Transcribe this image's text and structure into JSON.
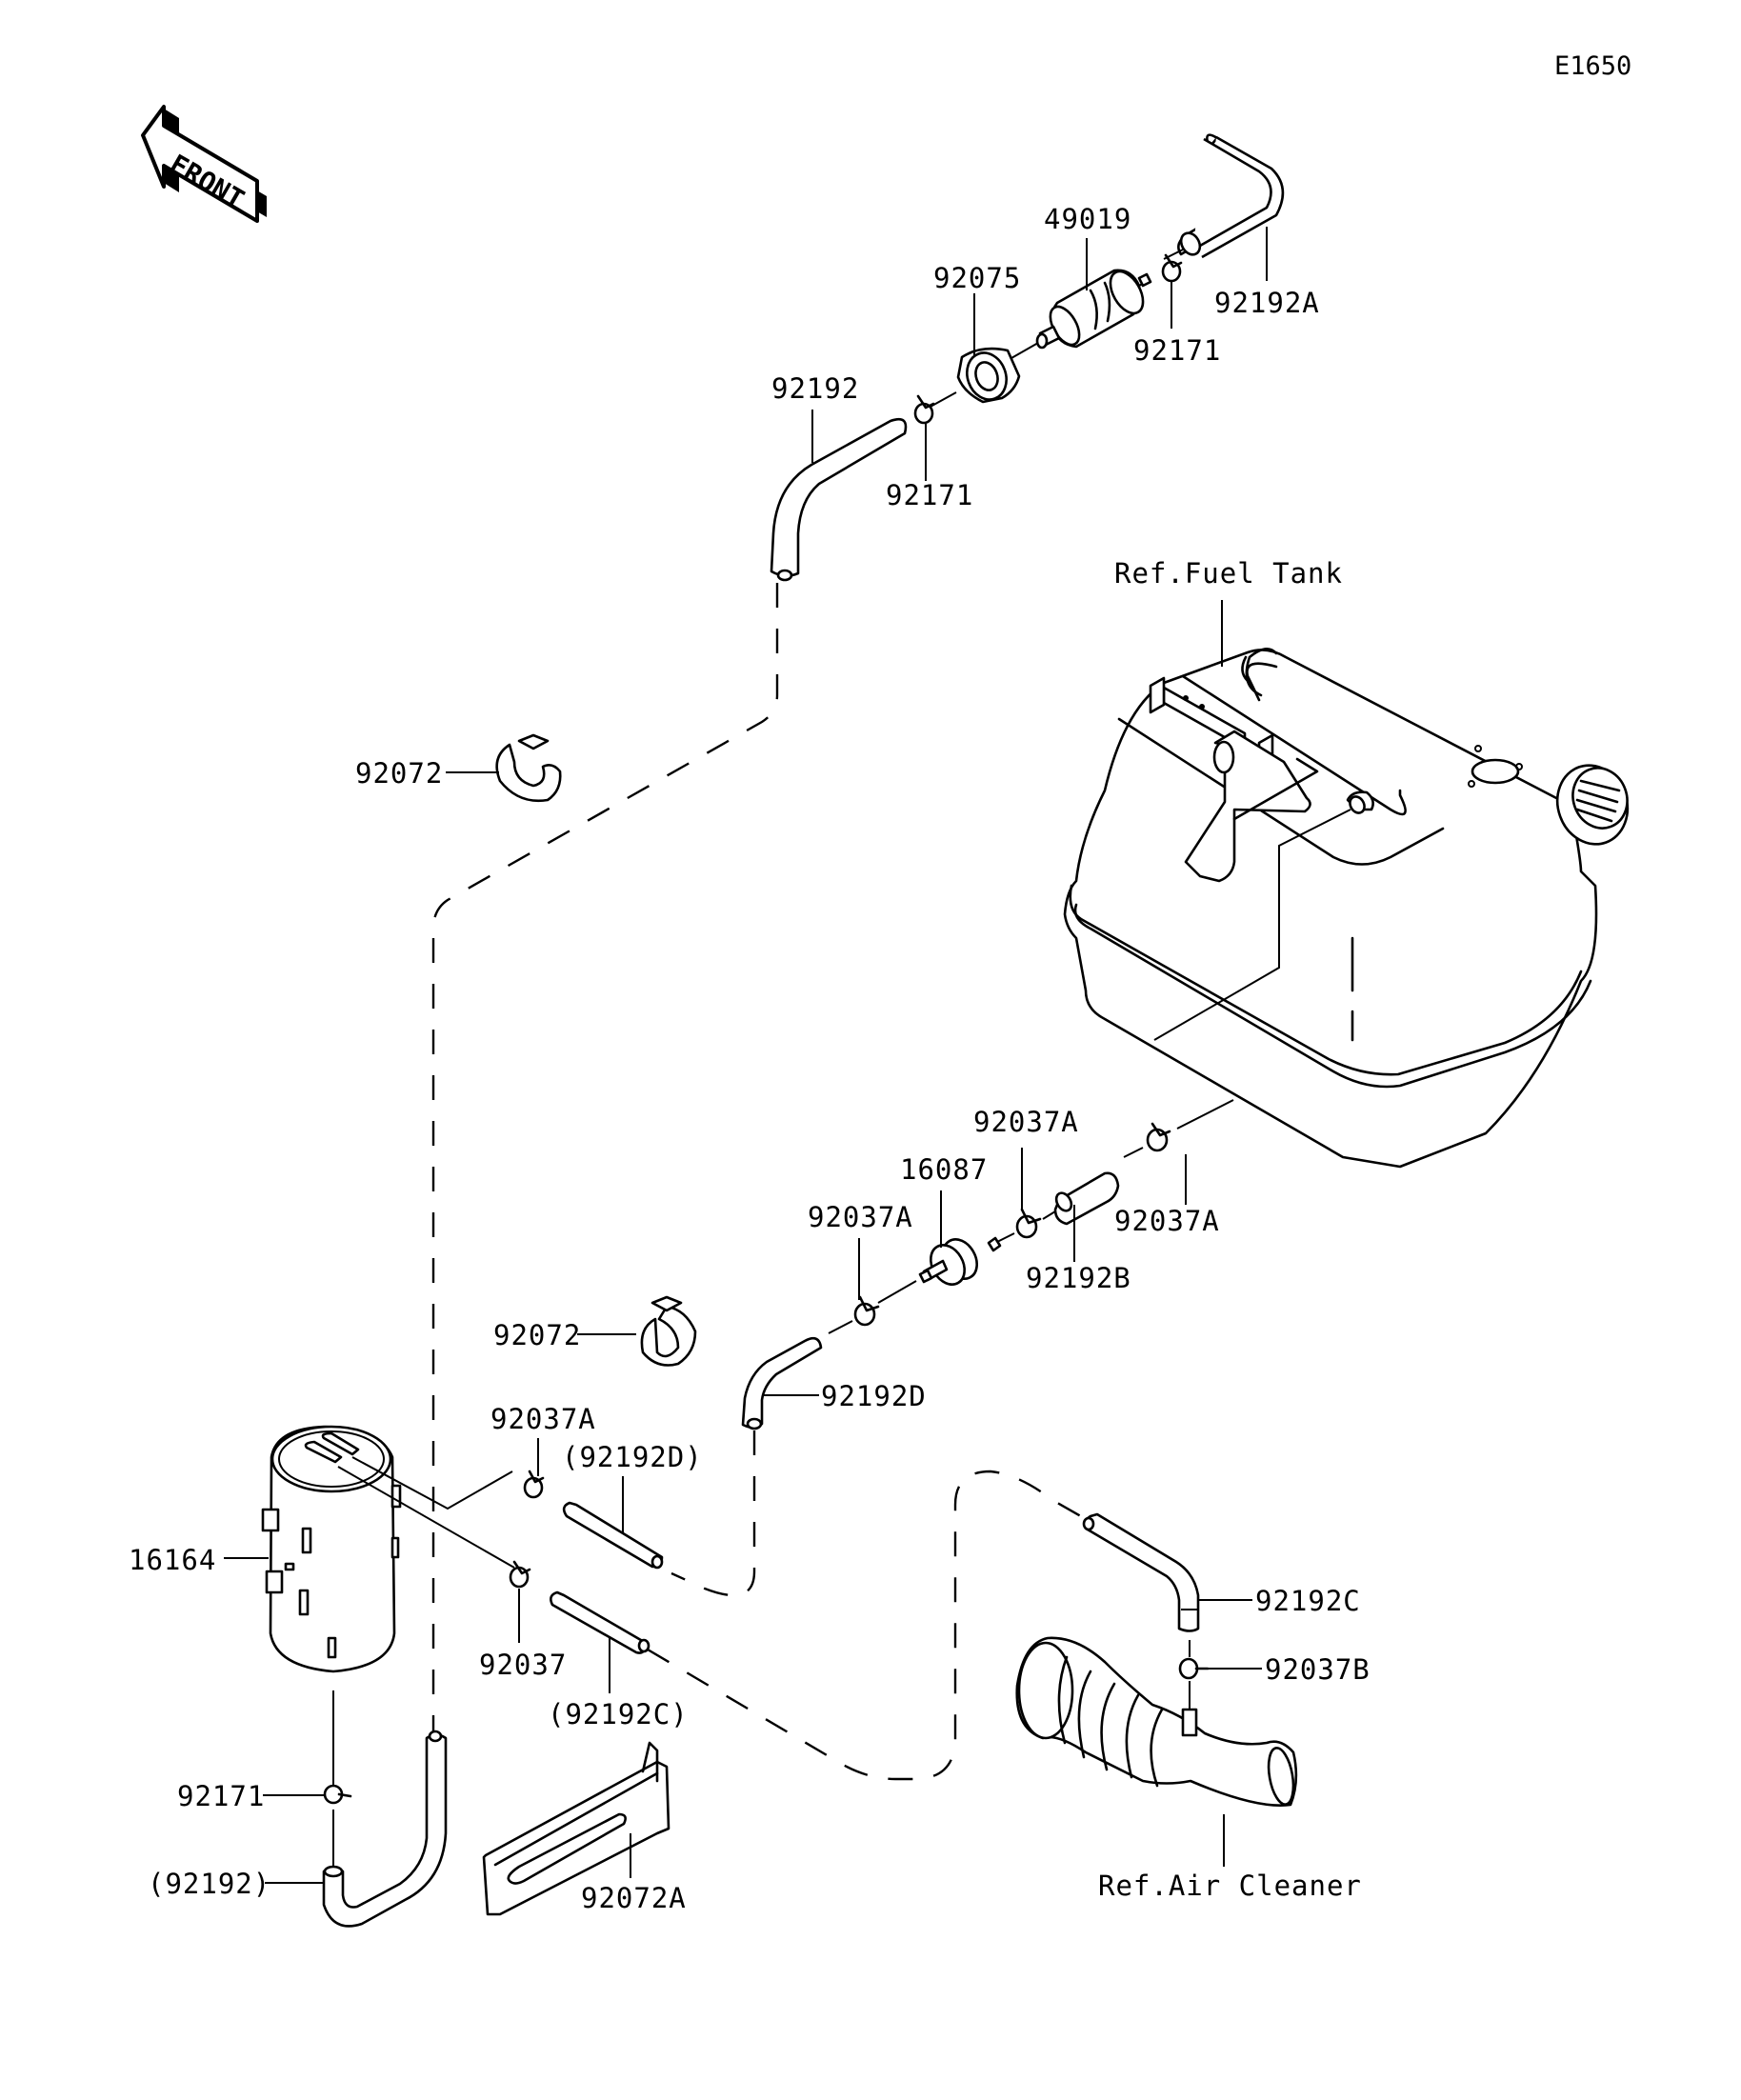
{
  "diagram": {
    "drawing_code": "E1650",
    "orientation_badge": "FRONT",
    "colors": {
      "line": "#000000",
      "background": "#ffffff"
    },
    "labels": {
      "l49019": "49019",
      "l92075": "92075",
      "l92192A": "92192A",
      "l92171_top": "92171",
      "l92192_top": "92192",
      "l92171_mid": "92171",
      "ref_fuel_tank": "Ref.Fuel Tank",
      "l92072_upper": "92072",
      "l92037A_right": "92037A",
      "l92037A_center": "92037A",
      "l16087": "16087",
      "l92037A_left": "92037A",
      "l92192B": "92192B",
      "l92072_lower": "92072",
      "l92192D": "92192D",
      "l92037A_canister": "92037A",
      "l92192D_paren": "(92192D)",
      "l16164": "16164",
      "l92037": "92037",
      "l92192C_paren": "(92192C)",
      "l92192C": "92192C",
      "l92037B": "92037B",
      "l92171_bottom": "92171",
      "l92192_paren": "(92192)",
      "l92072A": "92072A",
      "ref_air_cleaner": "Ref.Air Cleaner"
    }
  }
}
